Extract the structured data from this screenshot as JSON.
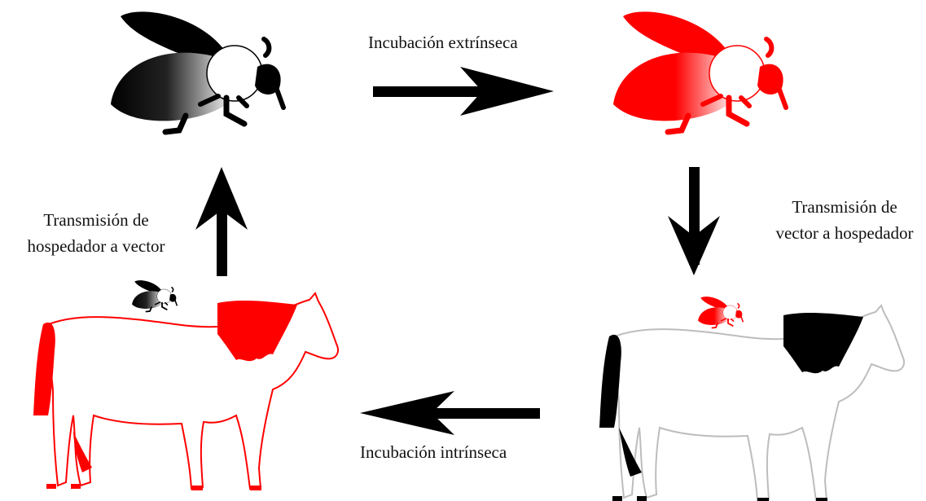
{
  "labels": {
    "extrinsic": "Incubación extrínseca",
    "intrinsic": "Incubación intrínseca",
    "host_to_vector_line1": "Transmisión de",
    "host_to_vector_line2": "hospedador a vector",
    "vector_to_host_line1": "Transmisión de",
    "vector_to_host_line2": "vector a hospedador"
  },
  "colors": {
    "infected": "#ff0000",
    "uninfected": "#000000",
    "horse_outline_clean": "#bdbdbd",
    "arrow": "#000000"
  },
  "nodes": [
    {
      "id": "fly-uninfected",
      "icon": "fly-icon",
      "state": "uninfected"
    },
    {
      "id": "fly-infected",
      "icon": "fly-icon",
      "state": "infected"
    },
    {
      "id": "horse-exposed",
      "icon": "horse-icon",
      "state": "uninfected"
    },
    {
      "id": "horse-infected",
      "icon": "horse-icon",
      "state": "infected"
    }
  ]
}
